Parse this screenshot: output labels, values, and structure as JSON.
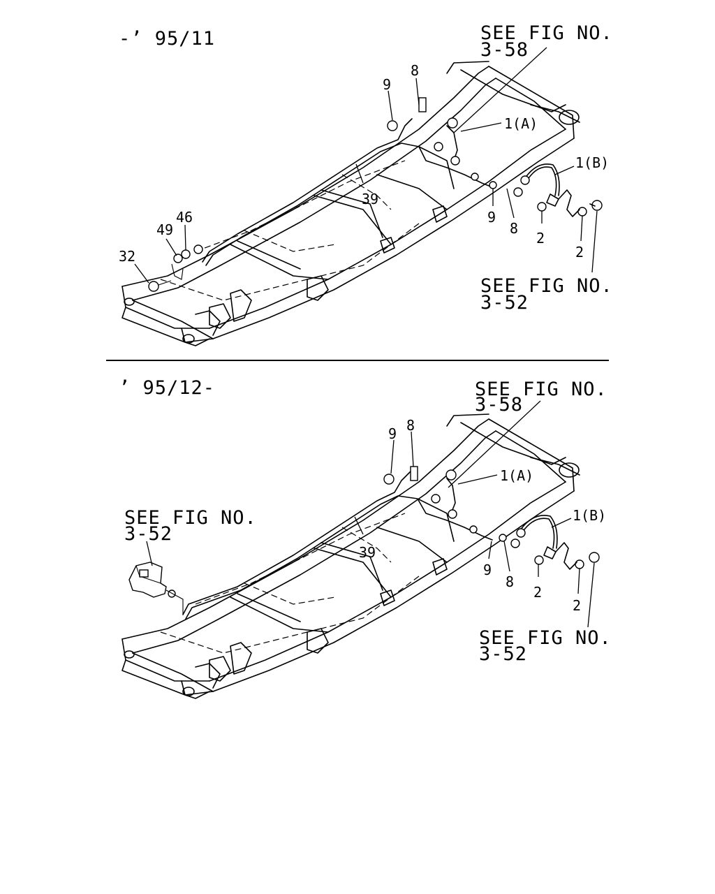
{
  "sections": [
    {
      "period": "-’ 95/11",
      "refs": [
        {
          "line1": "SEE FIG NO.",
          "line2": "3-58"
        },
        {
          "line1": "SEE FIG NO.",
          "line2": "3-52"
        }
      ],
      "callouts": [
        "1(A)",
        "1(B)",
        "8",
        "9",
        "39",
        "9",
        "8",
        "2",
        "2",
        "32",
        "49",
        "46"
      ]
    },
    {
      "period": "’ 95/12-",
      "refs": [
        {
          "line1": "SEE FIG NO.",
          "line2": "3-58"
        },
        {
          "line1": "SEE FIG NO.",
          "line2": "3-52"
        },
        {
          "line1": "SEE FIG NO.",
          "line2": "3-52"
        }
      ],
      "callouts": [
        "1(A)",
        "1(B)",
        "9",
        "8",
        "39",
        "9",
        "8",
        "2",
        "2"
      ]
    }
  ]
}
